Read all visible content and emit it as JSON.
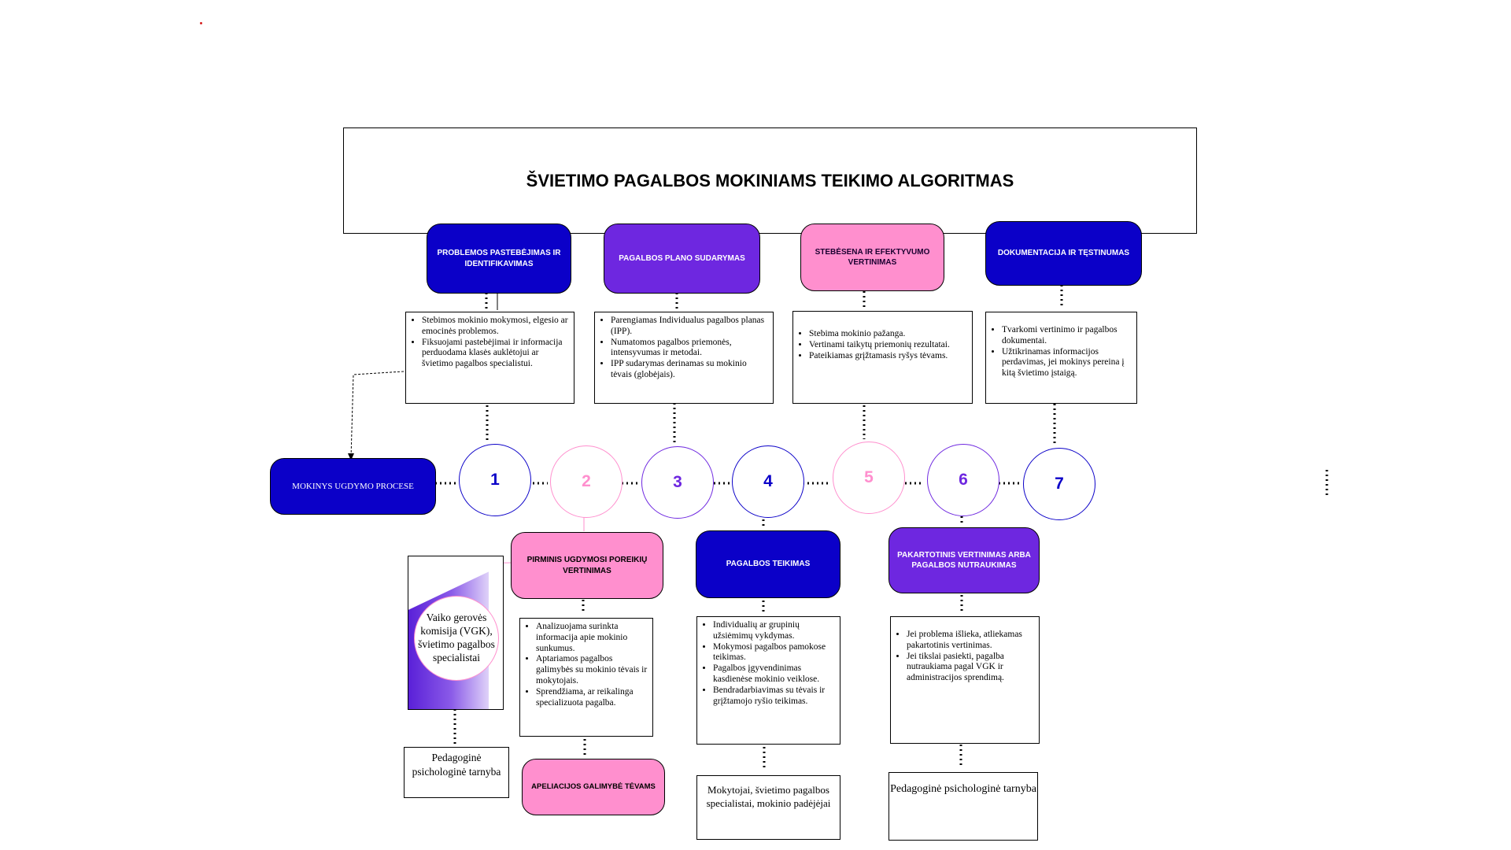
{
  "title": "ŠVIETIMO PAGALBOS MOKINIAMS TEIKIMO ALGORITMAS",
  "colors": {
    "blue": "#0b00c8",
    "purple": "#6e27e0",
    "pink": "#ff8fce"
  },
  "start_label": "MOKINYS UGDYMO PROCESE",
  "steps": [
    "1",
    "2",
    "3",
    "4",
    "5",
    "6",
    "7"
  ],
  "top_stages": [
    {
      "label": "PROBLEMOS PASTEBĖJIMAS IR IDENTIFIKAVIMAS",
      "bullets": [
        "Stebimos mokinio mokymosi, elgesio ar emocinės problemos.",
        "Fiksuojami pastebėjimai ir informacija perduodama klasės auklėtojui ar švietimo pagalbos specialistui."
      ]
    },
    {
      "label": "PAGALBOS PLANO SUDARYMAS",
      "bullets": [
        "Parengiamas Individualus pagalbos planas (IPP).",
        "Numatomos pagalbos priemonės, intensyvumas ir metodai.",
        "IPP sudarymas derinamas su mokinio tėvais (globėjais)."
      ]
    },
    {
      "label": "STEBĖSENA IR EFEKTYVUMO VERTINIMAS",
      "bullets": [
        "Stebima mokinio pažanga.",
        "Vertinami taikytų priemonių rezultatai.",
        "Pateikiamas grįžtamasis ryšys tėvams."
      ]
    },
    {
      "label": "DOKUMENTACIJA IR TĘSTINUMAS",
      "bullets": [
        "Tvarkomi vertinimo ir pagalbos dokumentai.",
        "Užtikrinamas informacijos perdavimas, jei mokinys pereina į kitą švietimo įstaigą."
      ]
    }
  ],
  "bottom_stages": [
    {
      "label": "PIRMINIS UGDYMOSI POREIKIŲ VERTINIMAS",
      "bullets": [
        "Analizuojama surinkta informacija apie mokinio sunkumus.",
        "Aptariamos pagalbos galimybės su mokinio tėvais ir mokytojais.",
        "Sprendžiama, ar reikalinga specializuota pagalba."
      ],
      "extra": "APELIACIJOS GALIMYBĖ TĖVAMS"
    },
    {
      "label": "PAGALBOS TEIKIMAS",
      "bullets": [
        "Individualių ar grupinių užsiėmimų vykdymas.",
        "Mokymosi pagalbos pamokose teikimas.",
        "Pagalbos įgyvendinimas kasdienėse mokinio veiklose.",
        "Bendradarbiavimas su tėvais ir grįžtamojo ryšio teikimas."
      ],
      "footer": "Mokytojai,  švietimo pagalbos specialistai, mokinio padėjėjai"
    },
    {
      "label": "PAKARTOTINIS VERTINIMAS ARBA PAGALBOS NUTRAUKIMAS",
      "bullets": [
        "Jei problema išlieka, atliekamas pakartotinis vertinimas.",
        "Jei tikslai pasiekti, pagalba nutraukiama pagal VGK ir administracijos sprendimą."
      ],
      "footer": "Pedagoginė psichologinė tarnyba"
    }
  ],
  "vgk": {
    "label": "Vaiko gerovės komisija (VGK), švietimo pagalbos specialistai",
    "footer": "Pedagoginė psichologinė tarnyba"
  }
}
